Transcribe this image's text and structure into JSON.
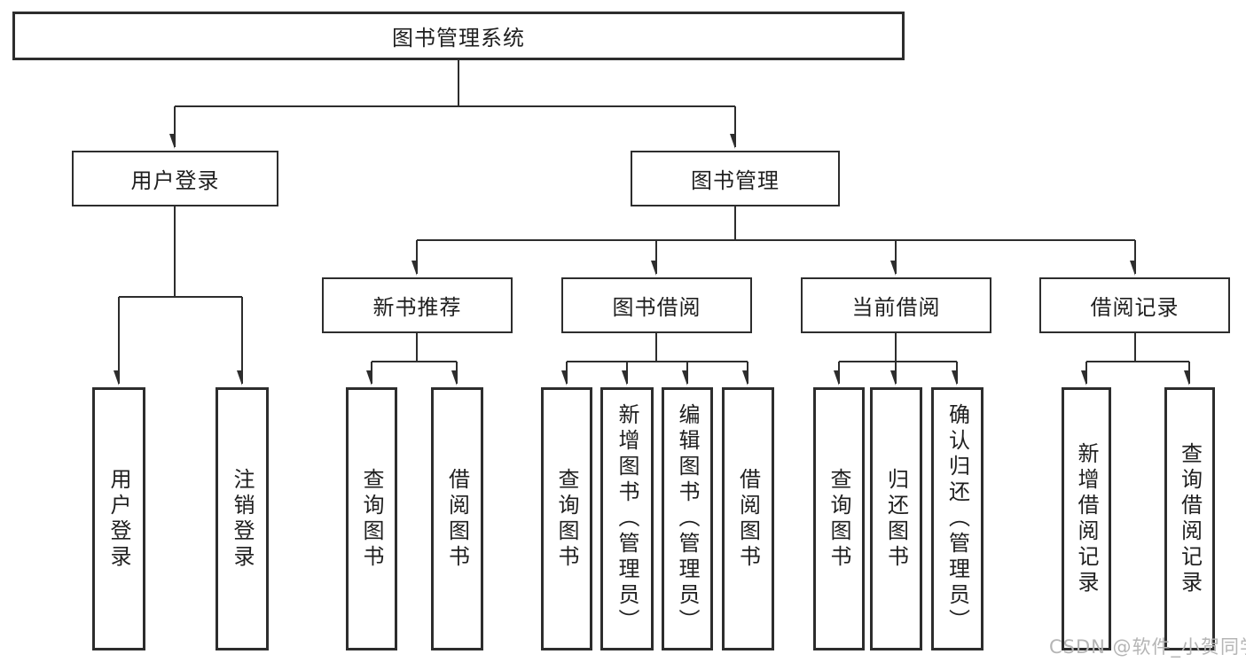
{
  "title": "图书管理系统",
  "tree": {
    "root": {
      "label": "图书管理系统"
    },
    "branches": [
      {
        "label": "用户登录",
        "children": [
          {
            "label": "用户登录"
          },
          {
            "label": "注销登录"
          }
        ]
      },
      {
        "label": "图书管理",
        "children": [
          {
            "label": "新书推荐",
            "children": [
              {
                "label": "查询图书"
              },
              {
                "label": "借阅图书"
              }
            ]
          },
          {
            "label": "图书借阅",
            "children": [
              {
                "label": "查询图书"
              },
              {
                "label": "新增图书（管理员）"
              },
              {
                "label": "编辑图书（管理员）"
              },
              {
                "label": "借阅图书"
              }
            ]
          },
          {
            "label": "当前借阅",
            "children": [
              {
                "label": "查询图书"
              },
              {
                "label": "归还图书"
              },
              {
                "label": "确认归还（管理员）"
              }
            ]
          },
          {
            "label": "借阅记录",
            "children": [
              {
                "label": "新增借阅记录"
              },
              {
                "label": "查询借阅记录"
              }
            ]
          }
        ]
      }
    ]
  },
  "watermark": "CSDN @软件_小贺同学",
  "colors": {
    "line": "#2d2d2d",
    "text": "#1f1f1f",
    "watermark": "#b5b5b5",
    "background": "#ffffff"
  }
}
